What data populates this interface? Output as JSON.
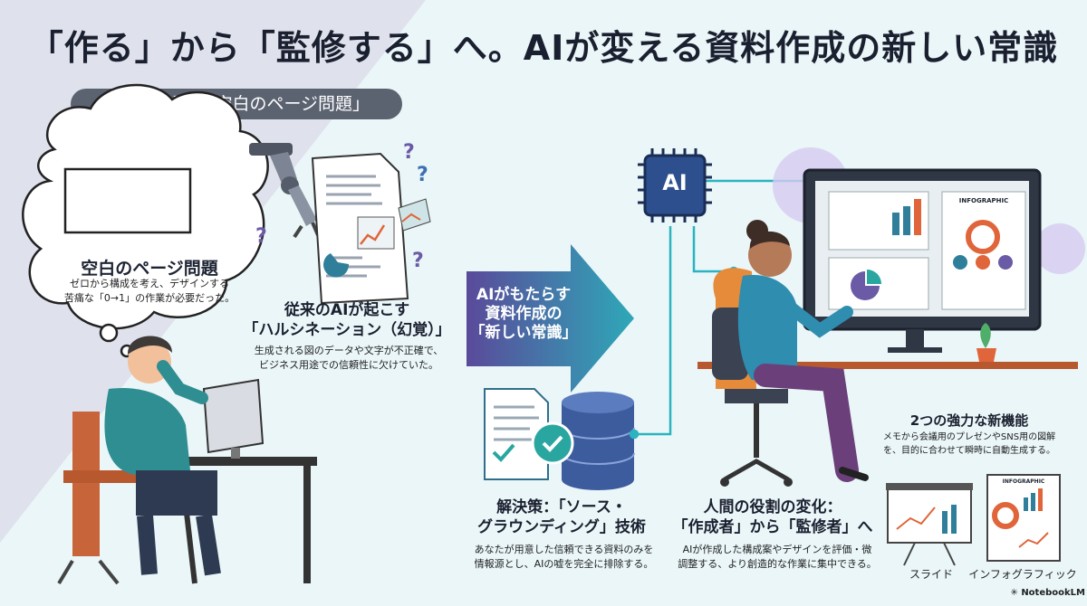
{
  "title": "「作る」から「監修する」へ。AIが変える資料作成の新しい常識",
  "wall_pill": "心理的な壁：「空白のページ問題」",
  "blank_page": {
    "title": "空白のページ問題",
    "lines": [
      "ゼロから構成を考え、デザインする",
      "苦痛な「0→1」の作業が必要だった。"
    ]
  },
  "hallucination": {
    "title_lines": [
      "従来のAIが起こす",
      "「ハルシネーション（幻覚）」"
    ],
    "desc_lines": [
      "生成される図のデータや文字が不正確で、",
      "ビジネス用途での信頼性に欠けていた。"
    ]
  },
  "arrow": {
    "lines": [
      "AIがもたらす",
      "資料作成の",
      "「新しい常識」"
    ]
  },
  "ai_chip_label": "AI",
  "solution": {
    "title_lines": [
      "解決策：「ソース・",
      "グラウンディング」技術"
    ],
    "desc_lines": [
      "あなたが用意した信頼できる資料のみを",
      "情報源とし、AIの嘘を完全に排除する。"
    ]
  },
  "role": {
    "title_lines": [
      "人間の役割の変化：",
      "「作成者」から「監修者」へ"
    ],
    "desc_lines": [
      "AIが作成した構成案やデザインを評価・微",
      "調整する、より創造的な作業に集中できる。"
    ]
  },
  "features": {
    "title": "2つの強力な新機能",
    "desc_lines": [
      "メモから会議用のプレゼンやSNS用の図解",
      "を、目的に合わせて瞬時に自動生成する。"
    ],
    "items": [
      {
        "label": "スライド"
      },
      {
        "label": "インフォグラフィック"
      }
    ]
  },
  "screen_infographic_label": "INFOGRAPHIC",
  "card_infographic_label": "INFOGRAPHIC",
  "watermark": "NotebookLM"
}
